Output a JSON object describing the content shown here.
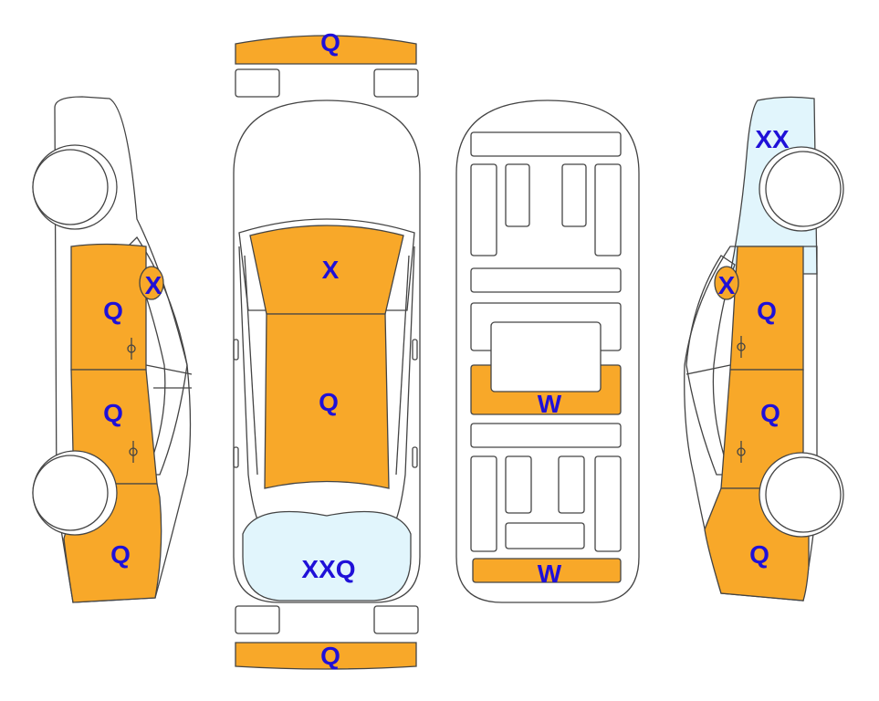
{
  "colors": {
    "damaged": "#f8a829",
    "repaired": "#e1f5fc",
    "plain": "#ffffff",
    "outline": "#444444",
    "code_text": "#1f10d8"
  },
  "codes": {
    "front_bumper": "Q",
    "rear_bumper": "Q",
    "hood": "X",
    "roof": "Q",
    "rear_glass": "XXQ",
    "under_front": "W",
    "under_rear": "W",
    "left_fender": "Q",
    "left_front_door": "Q",
    "left_rear_door": "Q",
    "left_mirror": "X",
    "right_front_fender": "XX",
    "right_front_door": "Q",
    "right_rear_door": "Q",
    "right_rear_quarter": "Q",
    "right_mirror": "X"
  }
}
